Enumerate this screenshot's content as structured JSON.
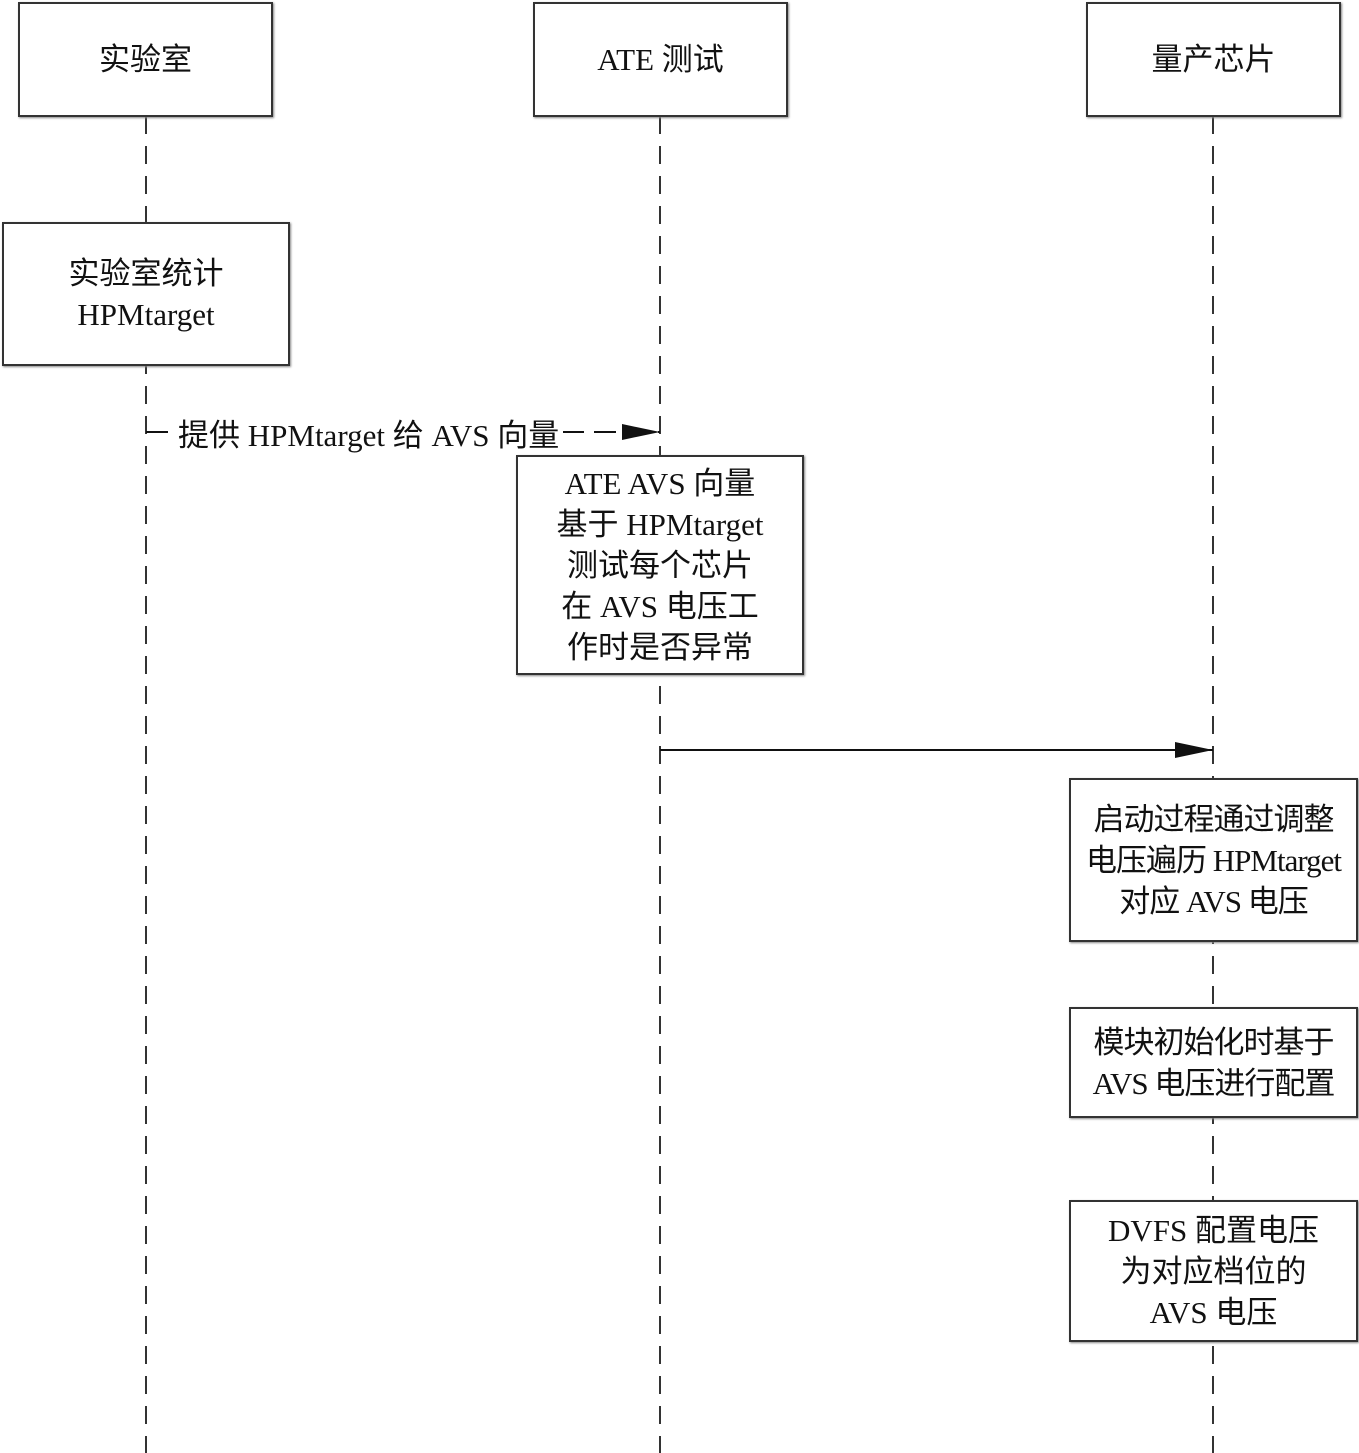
{
  "participants": [
    "实验室",
    "ATE 测试",
    "量产芯片"
  ],
  "activations": {
    "lab_stats": [
      "实验室统计",
      "HPMtarget"
    ],
    "ate_test": [
      "ATE AVS 向量",
      "基于 HPMtarget",
      "测试每个芯片",
      "在 AVS 电压工",
      "作时是否异常"
    ],
    "boot": [
      "启动过程通过调整",
      "电压遍历 HPMtarget",
      "对应 AVS 电压"
    ],
    "module_init": [
      "模块初始化时基于",
      "AVS 电压进行配置"
    ],
    "dvfs": [
      "DVFS 配置电压",
      "为对应档位的",
      "AVS 电压"
    ]
  },
  "messages": {
    "lab_to_ate": "提供 HPMtarget 给 AVS 向量"
  }
}
